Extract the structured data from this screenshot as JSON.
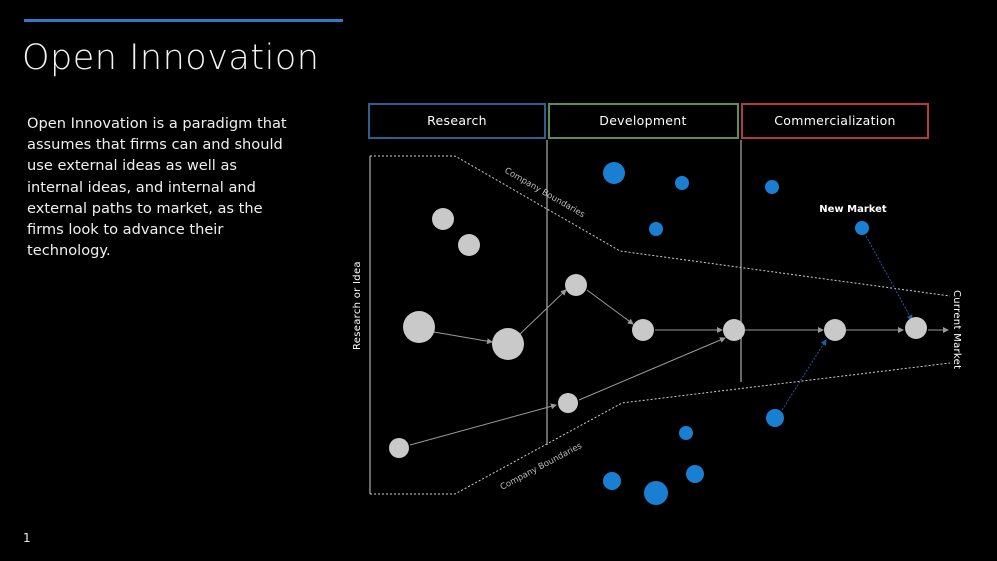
{
  "slide": {
    "title": "Open Innovation",
    "body": "Open Innovation is a paradigm that assumes that firms can and should use external ideas as well as internal ideas, and internal and external paths to market, as the firms look to advance their technology.",
    "page_number": "1"
  },
  "diagram": {
    "phases": [
      {
        "label": "Research",
        "color": "#2e5f92"
      },
      {
        "label": "Development",
        "color": "#5e8f52"
      },
      {
        "label": "Commercialization",
        "color": "#b23a3a"
      }
    ],
    "boundary_label_top": "Company Boundaries",
    "boundary_label_bottom": "Company Boundaries",
    "left_axis_label": "Research or Idea",
    "right_axis_label": "Current Market",
    "new_market_label": "New Market",
    "colors": {
      "internal_node": "#c9c9c9",
      "external_node": "#1a7fd1",
      "boundary_line": "#cfcfcf",
      "arrow": "#9a9a9a"
    }
  }
}
